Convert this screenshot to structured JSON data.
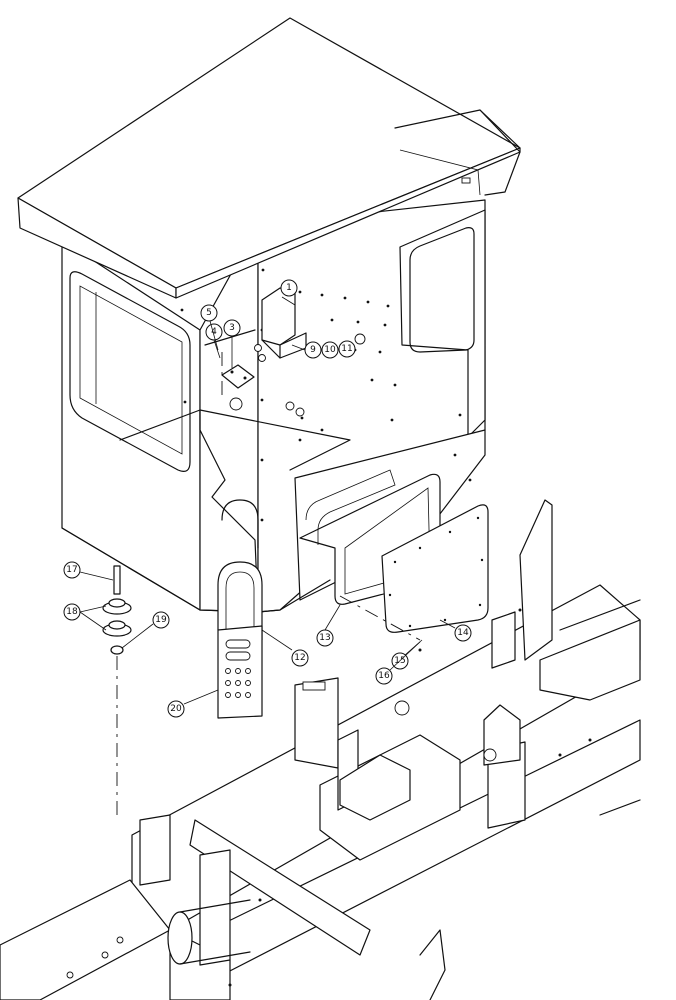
{
  "figure": {
    "callouts": [
      {
        "id": "callout-1",
        "label": "1"
      },
      {
        "id": "callout-3",
        "label": "3"
      },
      {
        "id": "callout-4",
        "label": "4"
      },
      {
        "id": "callout-5",
        "label": "5"
      },
      {
        "id": "callout-9",
        "label": "9"
      },
      {
        "id": "callout-10",
        "label": "10"
      },
      {
        "id": "callout-11",
        "label": "11"
      },
      {
        "id": "callout-12",
        "label": "12"
      },
      {
        "id": "callout-13",
        "label": "13"
      },
      {
        "id": "callout-14",
        "label": "14"
      },
      {
        "id": "callout-15",
        "label": "15"
      },
      {
        "id": "callout-16",
        "label": "16"
      },
      {
        "id": "callout-17",
        "label": "17"
      },
      {
        "id": "callout-18",
        "label": "18"
      },
      {
        "id": "callout-19",
        "label": "19"
      },
      {
        "id": "callout-20",
        "label": "20"
      }
    ]
  }
}
